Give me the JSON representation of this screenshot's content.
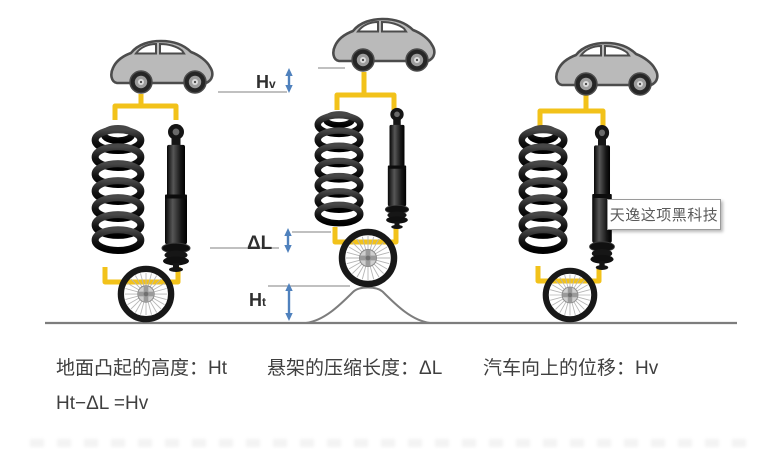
{
  "diagram_labels": {
    "hv": {
      "main": "H",
      "sub": "v"
    },
    "delta_l": "ΔL",
    "ht": {
      "main": "H",
      "sub": "t"
    }
  },
  "watermark": {
    "text": "天逸这项黑科技"
  },
  "legend": {
    "items": [
      "地面凸起的高度：Ht",
      "悬架的压缩长度：ΔL",
      "汽车向上的位移：Hv"
    ],
    "formula": "Ht−ΔL =Hv"
  },
  "colors": {
    "bracket_yellow": "#f2c21a",
    "arrow_blue": "#4f81bd",
    "reference_line_gray": "#ababab",
    "ground_gray": "#7d7d7d",
    "car_body_gray": "#bababa",
    "text_dark": "#3f3f3f",
    "watermark_border": "#9a9a9a",
    "watermark_text": "#5a5a5a"
  }
}
